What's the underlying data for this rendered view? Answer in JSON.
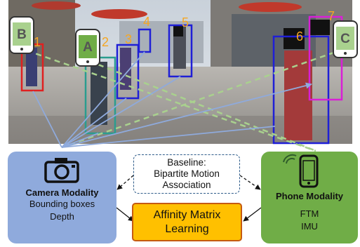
{
  "scene": {
    "person_labels": [
      "1",
      "2",
      "3",
      "4",
      "5",
      "6",
      "7"
    ],
    "phone_labels": [
      "B",
      "A",
      "C"
    ]
  },
  "camera_modality": {
    "title": "Camera Modality",
    "lines": [
      "Bounding boxes",
      "Depth"
    ],
    "icon": "camera-icon"
  },
  "phone_modality": {
    "title": "Phone Modality",
    "lines": [
      "FTM",
      "IMU"
    ],
    "icon": "smartphone-icon"
  },
  "baseline": {
    "lines": [
      "Baseline:",
      "Bipartite Motion",
      "Association"
    ]
  },
  "affinity": {
    "lines": [
      "Affinity Matrix",
      "Learning"
    ]
  },
  "colors": {
    "camera_fill": "#8faadc",
    "phone_fill": "#70ad47",
    "affinity_fill": "#ffc000",
    "affinity_border": "#c55a11",
    "camera_link": "#8faadc",
    "phone_link": "#a9d18e",
    "label_orange": "#f5a623",
    "box_blue": "#1f1fd6",
    "box_magenta": "#d91fd6",
    "box_red": "#e02020",
    "box_teal": "#2a9d8f"
  }
}
